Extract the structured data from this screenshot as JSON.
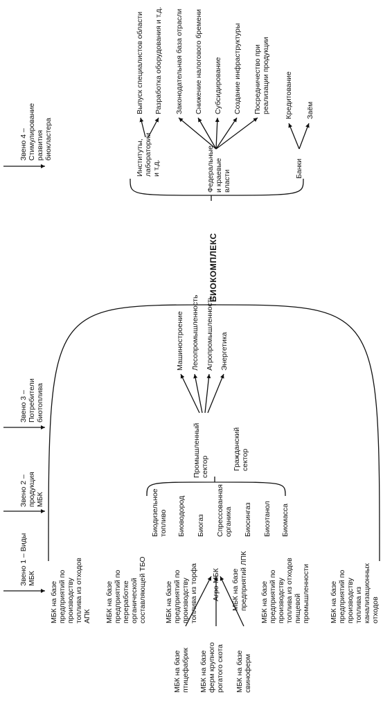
{
  "title": "БИОКОМПЛЕКС",
  "stages": {
    "s1": [
      "Звено 1 – Виды",
      "МБК"
    ],
    "s2": [
      "Звено 2 –",
      "продукция",
      "МБК"
    ],
    "s3": [
      "Звено 3 –",
      "Потребители",
      "биотоплива"
    ],
    "s4": [
      "Звено 4 –",
      "Стимулирование",
      "развития",
      "биокластера"
    ]
  },
  "mbk_types": {
    "m1": [
      "МБК на базе",
      "предприятий по",
      "производству",
      "топлива из отходов",
      "АПК"
    ],
    "m2": [
      "МБК на базе",
      "предприятий по",
      "переработке",
      "органической",
      "составляющей ТБО"
    ],
    "m3": [
      "МБК на базе",
      "предприятий по",
      "производству",
      "топлива из торфа"
    ],
    "m4": [
      "Агро-МБК"
    ],
    "m5": [
      "МБК на базе",
      "предприятий ЛПК"
    ],
    "m6": [
      "МБК на базе",
      "предприятий по",
      "производству",
      "топлива из отходов",
      "пищевой",
      "промышленности"
    ],
    "m7": [
      "МБК на базе",
      "предприятий по",
      "производству",
      "топлива из",
      "канализационных",
      "отходов"
    ]
  },
  "agro_sub": {
    "a1": [
      "МБК на базе",
      "птицефабрик"
    ],
    "a2": [
      "МБК на базе",
      "ферм крупного",
      "рогатого скота"
    ],
    "a3": [
      "МБК на базе",
      "свиноферм"
    ]
  },
  "products": {
    "p1": [
      "Биодизельное",
      "топливо"
    ],
    "p2": [
      "Биоводород"
    ],
    "p3": [
      "Биогаз"
    ],
    "p4": [
      "Спрессованная",
      "органика"
    ],
    "p5": [
      "Биосингаз"
    ],
    "p6": [
      "Биоэтанол"
    ],
    "p7": [
      "Биомасса"
    ]
  },
  "consumers": {
    "c1": [
      "Промышленный",
      "сектор"
    ],
    "c2": [
      "Гражданский",
      "сектор"
    ]
  },
  "industries": {
    "i1": [
      "Машиностроение"
    ],
    "i2": [
      "Лесопромышленность"
    ],
    "i3": [
      "Агропромышленность"
    ],
    "i4": [
      "Энергетика"
    ]
  },
  "stimulus": {
    "institutes": [
      "Институты,",
      "лаборатории",
      "и т.д."
    ],
    "authorities": [
      "Федеральные",
      "и краевые",
      "власти"
    ],
    "banks": [
      "Банки"
    ]
  },
  "institute_items": {
    "e1": [
      "Выпуск специалистов области"
    ],
    "e2": [
      "Разработка оборудования и т.д."
    ]
  },
  "authority_items": {
    "f1": [
      "Законодательная база отрасли"
    ],
    "f2": [
      "Снижение налогового бремени"
    ],
    "f3": [
      "Субсидирование"
    ],
    "f4": [
      "Создание инфраструктуры"
    ],
    "f5": [
      "Посредничество      при",
      "реализации продукции"
    ]
  },
  "bank_items": {
    "b1": [
      "Кредитование"
    ],
    "b2": [
      "Заём"
    ]
  }
}
